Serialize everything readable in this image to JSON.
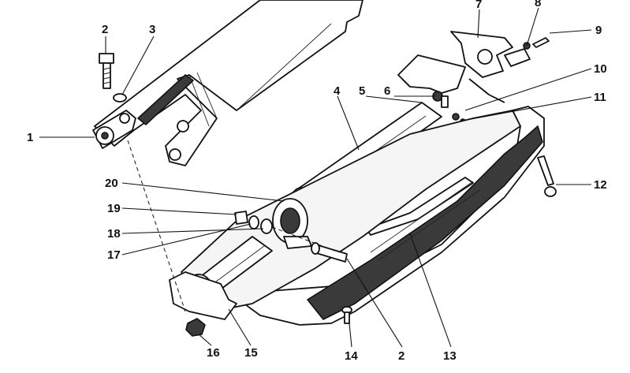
{
  "diagram": {
    "callouts": [
      {
        "id": "c1",
        "label": "1"
      },
      {
        "id": "c2a",
        "label": "2"
      },
      {
        "id": "c3",
        "label": "3"
      },
      {
        "id": "c4",
        "label": "4"
      },
      {
        "id": "c5",
        "label": "5"
      },
      {
        "id": "c6",
        "label": "6"
      },
      {
        "id": "c7",
        "label": "7"
      },
      {
        "id": "c8",
        "label": "8"
      },
      {
        "id": "c9",
        "label": "9"
      },
      {
        "id": "c10",
        "label": "10"
      },
      {
        "id": "c11",
        "label": "11"
      },
      {
        "id": "c12",
        "label": "12"
      },
      {
        "id": "c13",
        "label": "13"
      },
      {
        "id": "c14",
        "label": "14"
      },
      {
        "id": "c15",
        "label": "15"
      },
      {
        "id": "c16",
        "label": "16"
      },
      {
        "id": "c2b",
        "label": "2"
      },
      {
        "id": "c17",
        "label": "17"
      },
      {
        "id": "c18",
        "label": "18"
      },
      {
        "id": "c19",
        "label": "19"
      },
      {
        "id": "c20",
        "label": "20"
      }
    ]
  }
}
